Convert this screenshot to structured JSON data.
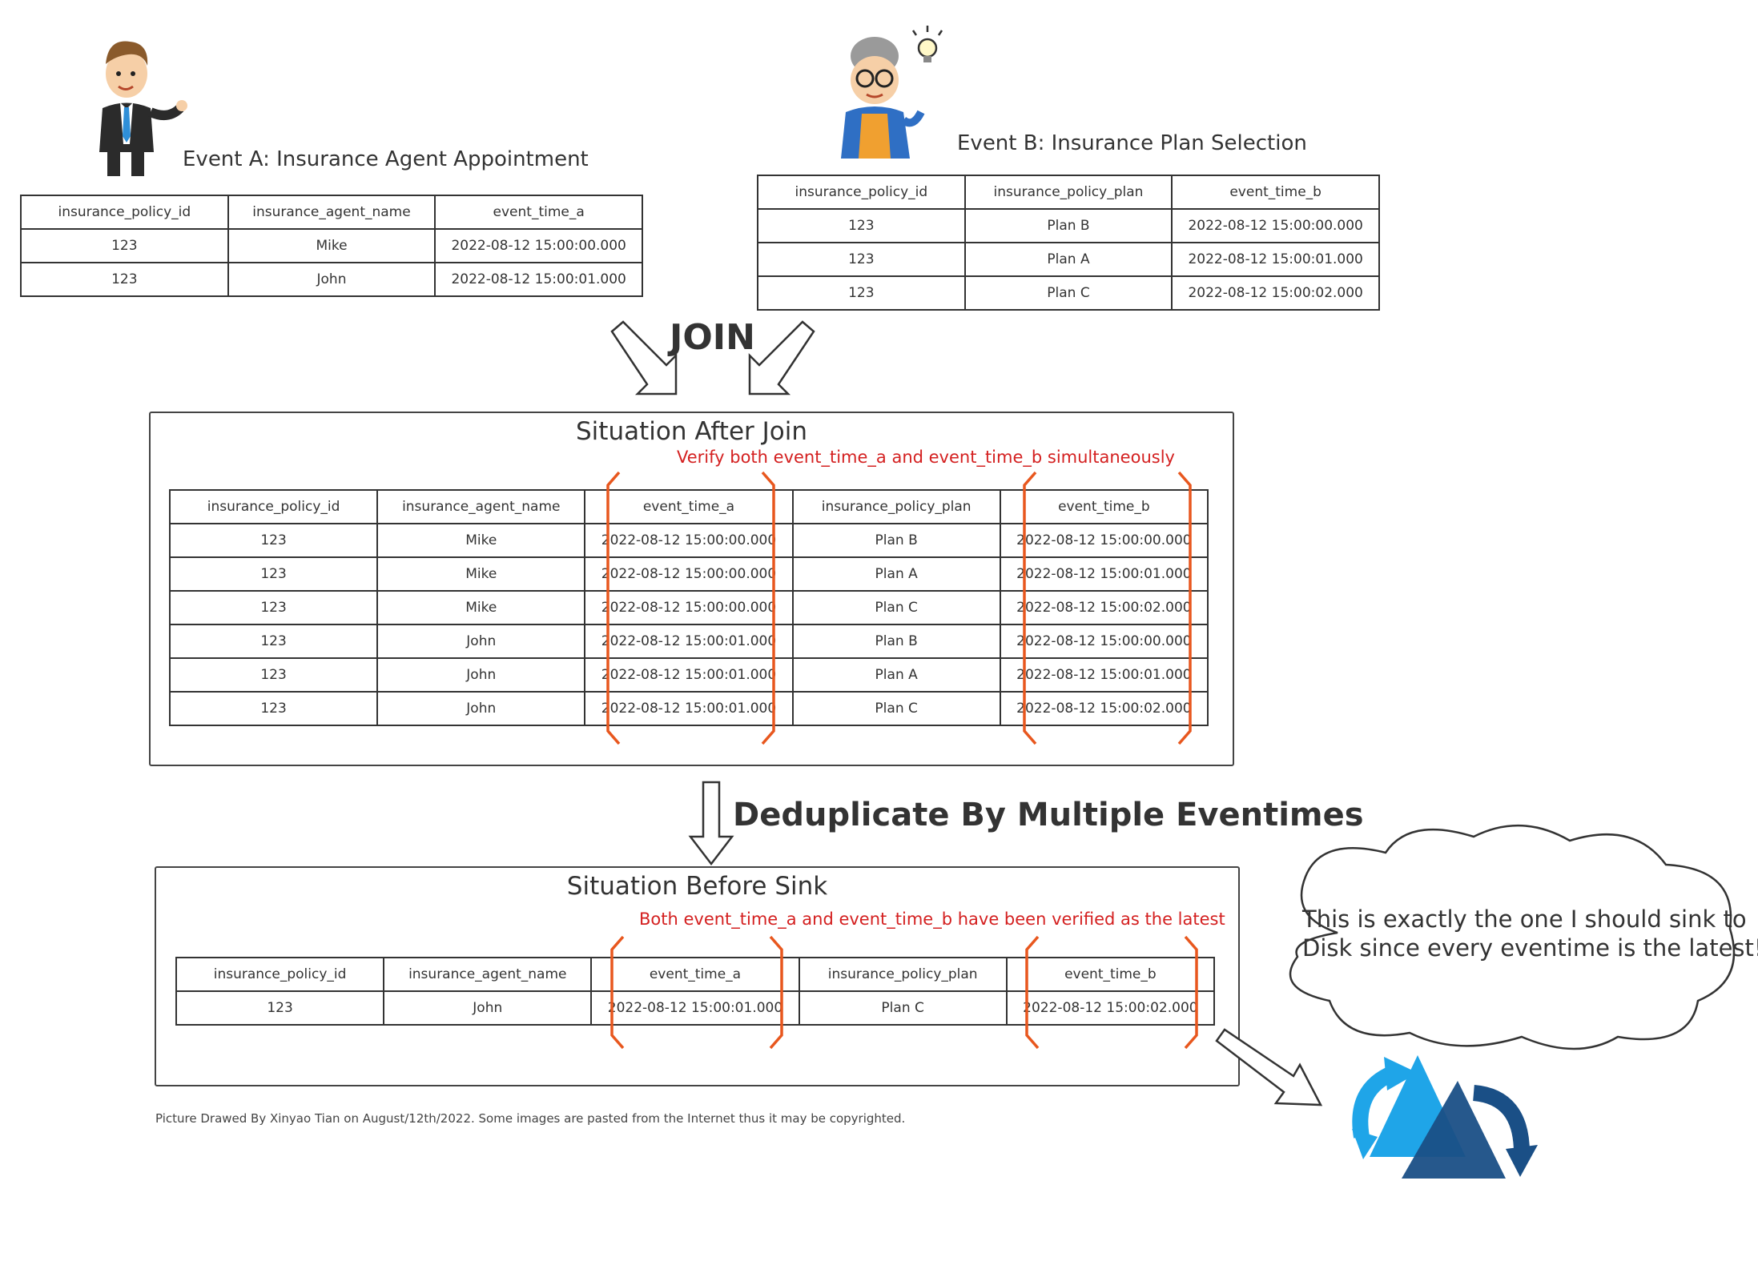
{
  "event_a": {
    "caption": "Event A: Insurance Agent Appointment",
    "headers": [
      "insurance_policy_id",
      "insurance_agent_name",
      "event_time_a"
    ],
    "rows": [
      [
        "123",
        "Mike",
        "2022-08-12 15:00:00.000"
      ],
      [
        "123",
        "John",
        "2022-08-12 15:00:01.000"
      ]
    ]
  },
  "event_b": {
    "caption": "Event B: Insurance Plan Selection",
    "headers": [
      "insurance_policy_id",
      "insurance_policy_plan",
      "event_time_b"
    ],
    "rows": [
      [
        "123",
        "Plan B",
        "2022-08-12 15:00:00.000"
      ],
      [
        "123",
        "Plan A",
        "2022-08-12 15:00:01.000"
      ],
      [
        "123",
        "Plan C",
        "2022-08-12 15:00:02.000"
      ]
    ]
  },
  "join_label": "JOIN",
  "after_join": {
    "title": "Situation After Join",
    "note": "Verify both event_time_a and event_time_b simultaneously",
    "headers": [
      "insurance_policy_id",
      "insurance_agent_name",
      "event_time_a",
      "insurance_policy_plan",
      "event_time_b"
    ],
    "rows": [
      [
        "123",
        "Mike",
        "2022-08-12 15:00:00.000",
        "Plan B",
        "2022-08-12 15:00:00.000"
      ],
      [
        "123",
        "Mike",
        "2022-08-12 15:00:00.000",
        "Plan A",
        "2022-08-12 15:00:01.000"
      ],
      [
        "123",
        "Mike",
        "2022-08-12 15:00:00.000",
        "Plan C",
        "2022-08-12 15:00:02.000"
      ],
      [
        "123",
        "John",
        "2022-08-12 15:00:01.000",
        "Plan B",
        "2022-08-12 15:00:00.000"
      ],
      [
        "123",
        "John",
        "2022-08-12 15:00:01.000",
        "Plan A",
        "2022-08-12 15:00:01.000"
      ],
      [
        "123",
        "John",
        "2022-08-12 15:00:01.000",
        "Plan C",
        "2022-08-12 15:00:02.000"
      ]
    ]
  },
  "dedup_label": "Deduplicate By Multiple Eventimes",
  "before_sink": {
    "title": "Situation Before Sink",
    "note": "Both event_time_a and event_time_b have been verified as the latest",
    "headers": [
      "insurance_policy_id",
      "insurance_agent_name",
      "event_time_a",
      "insurance_policy_plan",
      "event_time_b"
    ],
    "rows": [
      [
        "123",
        "John",
        "2022-08-12 15:00:01.000",
        "Plan C",
        "2022-08-12 15:00:02.000"
      ]
    ]
  },
  "cloud_text": [
    "This is exactly the one I should sink to",
    "Disk since every eventime is the latest!"
  ],
  "footer": "Picture Drawed By Xinyao Tian on August/12th/2022. Some images are pasted from the Internet thus it may be copyrighted.",
  "icons": [
    "businessman-icon",
    "grandma-idea-icon",
    "sync-disk-icon"
  ],
  "colors": {
    "bracket": "#e8571e",
    "note": "#d42020",
    "sync_light": "#1fa5e8",
    "sync_dark": "#1a4f86"
  }
}
